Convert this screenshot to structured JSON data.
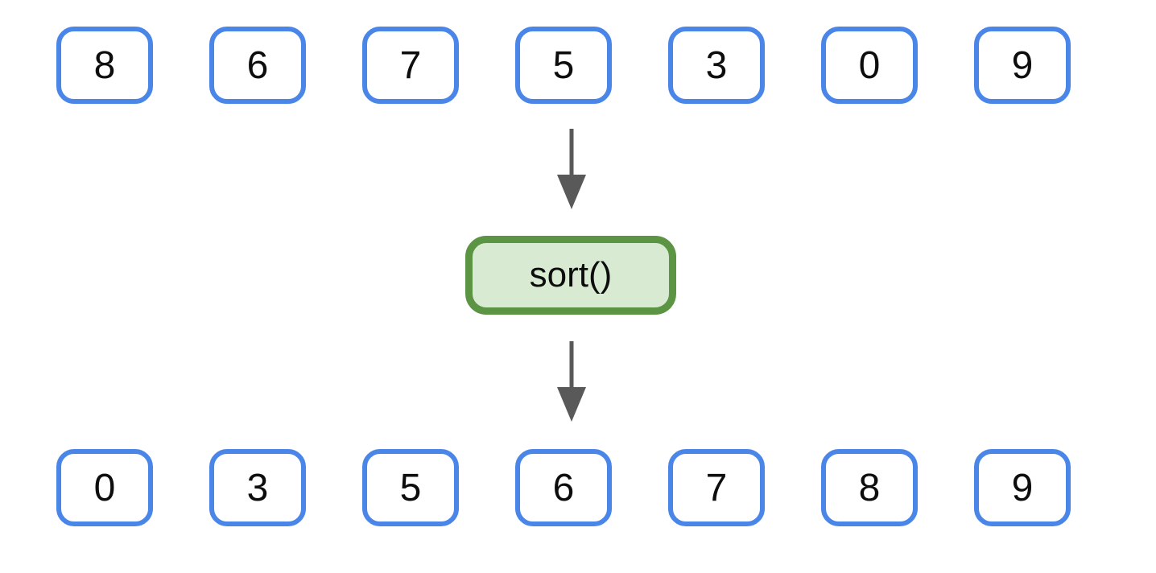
{
  "diagram": {
    "description": "Array sorting diagram: an unsorted array passes through a sort() operation producing a sorted array",
    "unsorted_array": [
      "8",
      "6",
      "7",
      "5",
      "3",
      "0",
      "9"
    ],
    "sorted_array": [
      "0",
      "3",
      "5",
      "6",
      "7",
      "8",
      "9"
    ],
    "operation": {
      "label": "sort()"
    },
    "colors": {
      "array_cell_border": "#4A86E8",
      "array_cell_fill": "#FFFFFF",
      "operation_border": "#5B9442",
      "operation_fill": "#D9EAD3",
      "arrow": "#595959",
      "text": "#0D0D0D",
      "background": "#FFFFFF"
    }
  }
}
